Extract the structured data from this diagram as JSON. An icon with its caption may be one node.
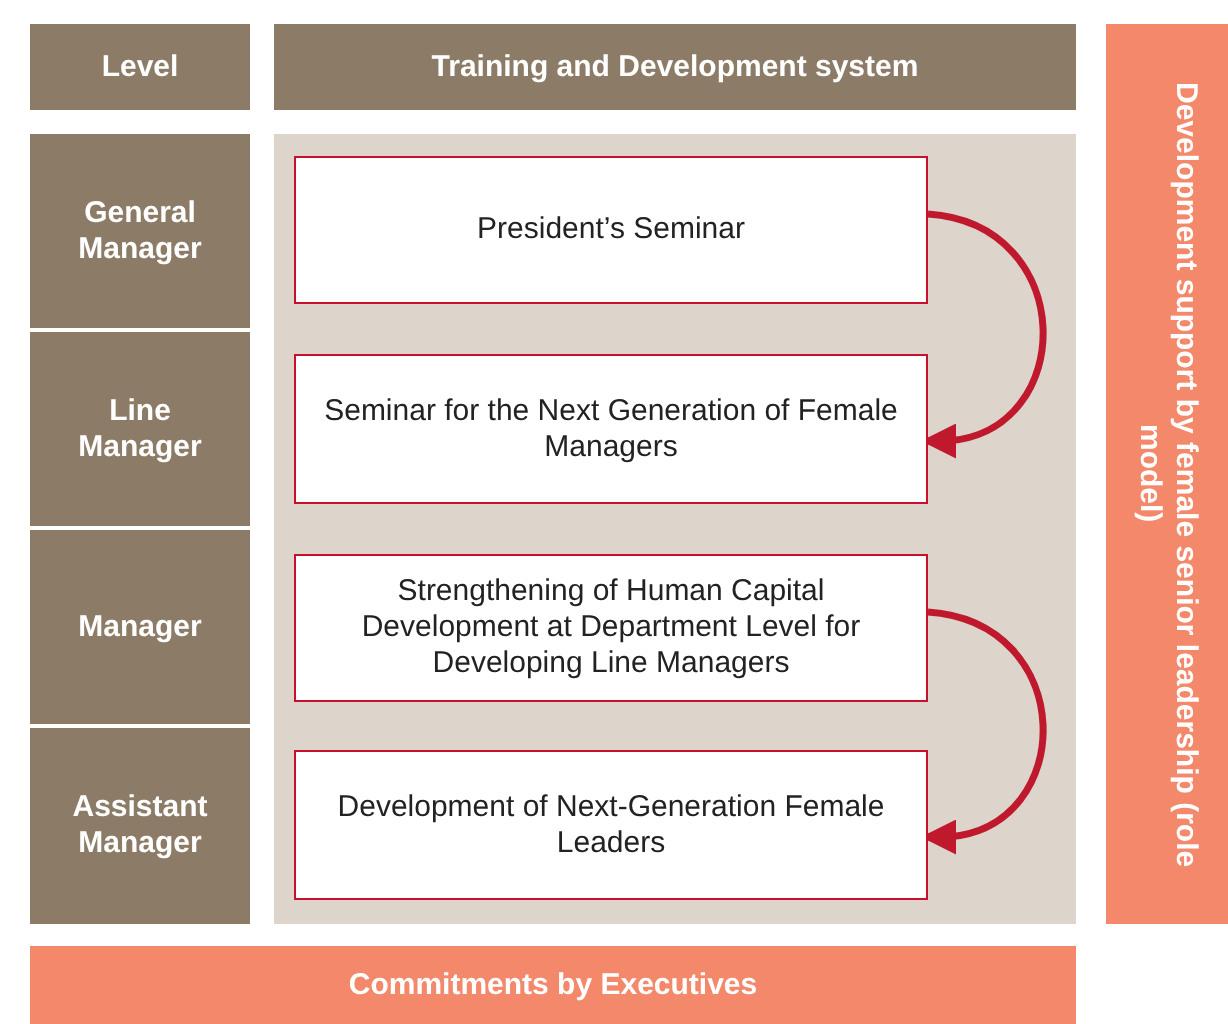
{
  "diagram": {
    "nodes": [
      {
        "text": [
          "Level"
        ]
      },
      {
        "text": [
          "Training and Development system"
        ]
      },
      {
        "text": [
          "General Manager"
        ]
      },
      {
        "text": [
          "Line Manager"
        ]
      },
      {
        "text": [
          "Manager"
        ]
      },
      {
        "text": [
          "Assistant Manager"
        ]
      },
      {
        "text": [
          "President’s Seminar"
        ]
      },
      {
        "text": [
          "Seminar for the Next Generation of Female Managers"
        ]
      },
      {
        "text": [
          "Strengthening of Human Capital Development at Department Level for Developing Line Managers"
        ]
      },
      {
        "text": [
          "Development of Next-Generation Female Leaders"
        ]
      },
      {
        "text": [
          "Development support by female senior leadership (role model)"
        ]
      },
      {
        "text": [
          "Commitments by Executives"
        ]
      }
    ],
    "edges": [
      {
        "from": 6,
        "to": 7,
        "arrow": "to"
      },
      {
        "from": 8,
        "to": 9,
        "arrow": "to"
      }
    ]
  }
}
